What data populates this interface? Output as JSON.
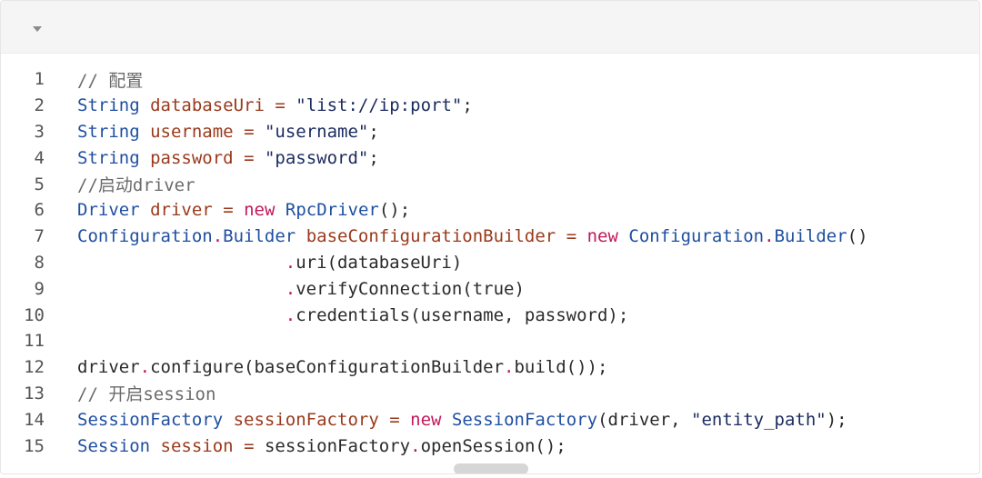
{
  "toolbar": {
    "toggle_icon": "chevron-down-icon"
  },
  "colors": {
    "comment": "#6b6b6b",
    "type": "#1f4fa0",
    "variable": "#9a3a1c",
    "keyword": "#c2185b",
    "string": "#1a2b5e",
    "plain": "#2a2a2a"
  },
  "lines": [
    {
      "num": "1",
      "tokens": [
        {
          "t": "// 配置",
          "k": "comment"
        }
      ]
    },
    {
      "num": "2",
      "tokens": [
        {
          "t": "String",
          "k": "type"
        },
        {
          "t": " "
        },
        {
          "t": "databaseUri",
          "k": "var"
        },
        {
          "t": " "
        },
        {
          "t": "=",
          "k": "op"
        },
        {
          "t": " "
        },
        {
          "t": "\"list://ip:port\"",
          "k": "str"
        },
        {
          "t": ";"
        }
      ]
    },
    {
      "num": "3",
      "tokens": [
        {
          "t": "String",
          "k": "type"
        },
        {
          "t": " "
        },
        {
          "t": "username",
          "k": "var"
        },
        {
          "t": " "
        },
        {
          "t": "=",
          "k": "op"
        },
        {
          "t": " "
        },
        {
          "t": "\"username\"",
          "k": "str"
        },
        {
          "t": ";"
        }
      ]
    },
    {
      "num": "4",
      "tokens": [
        {
          "t": "String",
          "k": "type"
        },
        {
          "t": " "
        },
        {
          "t": "password",
          "k": "var"
        },
        {
          "t": " "
        },
        {
          "t": "=",
          "k": "op"
        },
        {
          "t": " "
        },
        {
          "t": "\"password\"",
          "k": "str"
        },
        {
          "t": ";"
        }
      ]
    },
    {
      "num": "5",
      "tokens": [
        {
          "t": "//启动driver",
          "k": "comment"
        }
      ]
    },
    {
      "num": "6",
      "tokens": [
        {
          "t": "Driver",
          "k": "type"
        },
        {
          "t": " "
        },
        {
          "t": "driver",
          "k": "var"
        },
        {
          "t": " "
        },
        {
          "t": "=",
          "k": "op"
        },
        {
          "t": " "
        },
        {
          "t": "new",
          "k": "kw"
        },
        {
          "t": " "
        },
        {
          "t": "RpcDriver",
          "k": "type"
        },
        {
          "t": "();"
        }
      ]
    },
    {
      "num": "7",
      "tokens": [
        {
          "t": "Configuration",
          "k": "type"
        },
        {
          "t": ".",
          "k": "dot"
        },
        {
          "t": "Builder",
          "k": "type"
        },
        {
          "t": " "
        },
        {
          "t": "baseConfigurationBuilder",
          "k": "var"
        },
        {
          "t": " "
        },
        {
          "t": "=",
          "k": "op"
        },
        {
          "t": " "
        },
        {
          "t": "new",
          "k": "kw"
        },
        {
          "t": " "
        },
        {
          "t": "Configuration",
          "k": "type"
        },
        {
          "t": ".",
          "k": "dot"
        },
        {
          "t": "Builder",
          "k": "type"
        },
        {
          "t": "()"
        }
      ]
    },
    {
      "num": "8",
      "tokens": [
        {
          "t": "                    "
        },
        {
          "t": ".",
          "k": "dot"
        },
        {
          "t": "uri(databaseUri)"
        }
      ]
    },
    {
      "num": "9",
      "tokens": [
        {
          "t": "                    "
        },
        {
          "t": ".",
          "k": "dot"
        },
        {
          "t": "verifyConnection(true)"
        }
      ]
    },
    {
      "num": "10",
      "tokens": [
        {
          "t": "                    "
        },
        {
          "t": ".",
          "k": "dot"
        },
        {
          "t": "credentials(username, password);"
        }
      ]
    },
    {
      "num": "11",
      "tokens": []
    },
    {
      "num": "12",
      "tokens": [
        {
          "t": "driver"
        },
        {
          "t": ".",
          "k": "dot"
        },
        {
          "t": "configure(baseConfigurationBuilder"
        },
        {
          "t": ".",
          "k": "dot"
        },
        {
          "t": "build());"
        }
      ]
    },
    {
      "num": "13",
      "tokens": [
        {
          "t": "// 开启session",
          "k": "comment"
        }
      ]
    },
    {
      "num": "14",
      "tokens": [
        {
          "t": "SessionFactory",
          "k": "type"
        },
        {
          "t": " "
        },
        {
          "t": "sessionFactory",
          "k": "var"
        },
        {
          "t": " "
        },
        {
          "t": "=",
          "k": "op"
        },
        {
          "t": " "
        },
        {
          "t": "new",
          "k": "kw"
        },
        {
          "t": " "
        },
        {
          "t": "SessionFactory",
          "k": "type"
        },
        {
          "t": "(driver, "
        },
        {
          "t": "\"entity_path\"",
          "k": "str"
        },
        {
          "t": ");"
        }
      ]
    },
    {
      "num": "15",
      "tokens": [
        {
          "t": "Session",
          "k": "type"
        },
        {
          "t": " "
        },
        {
          "t": "session",
          "k": "var"
        },
        {
          "t": " "
        },
        {
          "t": "=",
          "k": "op"
        },
        {
          "t": " "
        },
        {
          "t": "sessionFactory"
        },
        {
          "t": ".",
          "k": "dot"
        },
        {
          "t": "openSession();"
        }
      ]
    }
  ]
}
